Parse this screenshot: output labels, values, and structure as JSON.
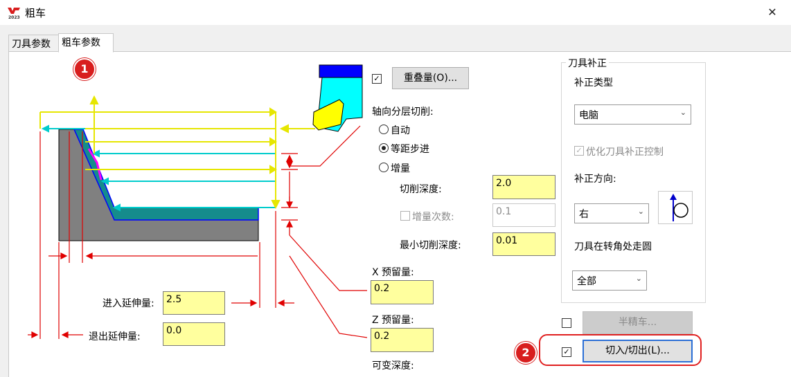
{
  "window": {
    "title": "粗车",
    "logo_text": "2023"
  },
  "tabs": [
    {
      "label": "刀具参数"
    },
    {
      "label": "粗车参数"
    }
  ],
  "badges": [
    "1",
    "2"
  ],
  "overlap_button": "重叠量(O)...",
  "axial_cut": {
    "title": "轴向分层切削:",
    "options": [
      "自动",
      "等距步进",
      "增量"
    ],
    "selected": "等距步进"
  },
  "fields": {
    "cut_depth": {
      "label": "切削深度:",
      "value": "2.0"
    },
    "increment_count": {
      "label": "增量次数:",
      "value": "0.1"
    },
    "min_cut_depth": {
      "label": "最小切削深度:",
      "value": "0.01"
    },
    "x_stock": {
      "label": "X 预留量:",
      "value": "0.2"
    },
    "z_stock": {
      "label": "Z 预留量:",
      "value": "0.2"
    },
    "variable_depth": {
      "label": "可变深度:"
    },
    "entry_extension": {
      "label": "进入延伸量:",
      "value": "2.5"
    },
    "exit_extension": {
      "label": "退出延伸量:",
      "value": "0.0"
    }
  },
  "compensation": {
    "group_title": "刀具补正",
    "type_label": "补正类型",
    "type_value": "电脑",
    "optimize_label": "优化刀具补正控制",
    "direction_label": "补正方向:",
    "direction_value": "右",
    "corner_label": "刀具在转角处走圆",
    "corner_value": "全部"
  },
  "semi_finish_button": "半精车...",
  "lead_in_out_button": "切入/切出(L)...",
  "colors": {
    "accent_red": "#d81e1e",
    "field_yellow": "#ffff9e",
    "tool_cyan": "#00ffff",
    "tool_blue": "#0000ff",
    "insert_yellow": "#ffff00",
    "part_gray": "#808080",
    "stock_teal": "#158c8c"
  }
}
